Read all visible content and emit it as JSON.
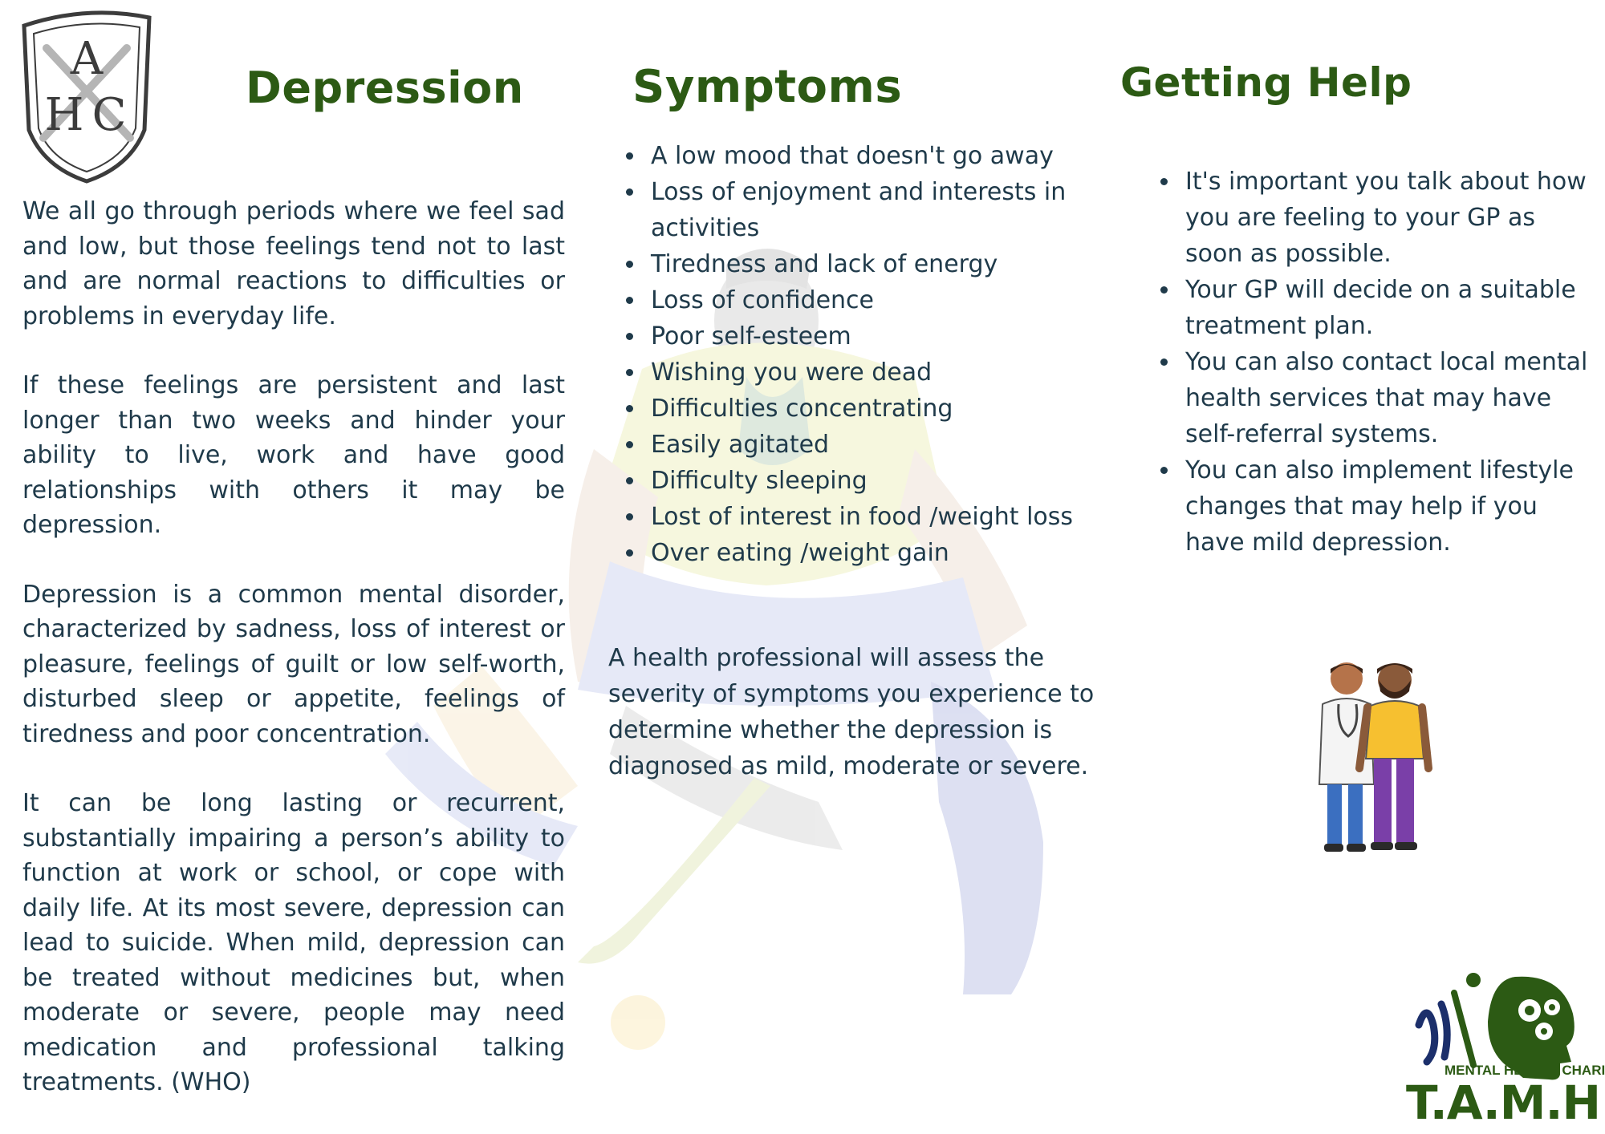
{
  "colors": {
    "heading": "#2c5a14",
    "body_text": "#1f3a4a",
    "logo_green": "#2c5a14",
    "logo_navy": "#1c2f6b"
  },
  "crest": {
    "letters": "AHC",
    "icon": "shield-crest-icon"
  },
  "depression": {
    "heading": "Depression",
    "paragraphs": [
      "We all go through periods where we feel sad and low, but those feelings tend not to last and are normal reactions to difficulties or problems in everyday life.",
      "If these feelings are persistent and last longer than two weeks and hinder your ability to live, work and have good relationships with others it may be depression.",
      "Depression is a common mental disorder, characterized by sadness, loss of interest or pleasure, feelings of guilt or low self-worth, disturbed sleep or appetite, feelings of tiredness and poor concentration.",
      "It can be long lasting or recurrent, substantially impairing a person’s ability to function at work or school, or cope with daily life. At its most severe, depression can lead to suicide. When mild, depression can be treated without medicines but, when moderate or severe, people may need medication and professional talking treatments. (WHO)"
    ]
  },
  "symptoms": {
    "heading": "Symptoms",
    "items": [
      "A low mood that doesn't go away",
      "Loss of enjoyment and interests in activities",
      "Tiredness and lack of energy",
      "Loss of confidence",
      "Poor self-esteem",
      "Wishing you were dead",
      "Difficulties concentrating",
      "Easily agitated",
      "Difficulty sleeping",
      "Lost of interest in food /weight loss",
      "Over eating /weight gain"
    ],
    "note": "A health professional will assess the severity of symptoms you experience to determine whether the depression is diagnosed as mild, moderate or severe."
  },
  "getting_help": {
    "heading": "Getting Help",
    "items": [
      " It's important you talk about how you are feeling  to your GP as soon as possible.",
      "Your GP will decide on a suitable treatment plan.",
      "You can also contact local mental health services that may have self-referral systems.",
      "You can also implement lifestyle changes that may help if you have mild depression."
    ],
    "illustration_icon": "doctor-and-patient-icon"
  },
  "charity_logo": {
    "caption": "MENTAL HEALTH CHARITY",
    "name": "T.A.M.H.I",
    "icon": "head-with-gears-icon"
  }
}
